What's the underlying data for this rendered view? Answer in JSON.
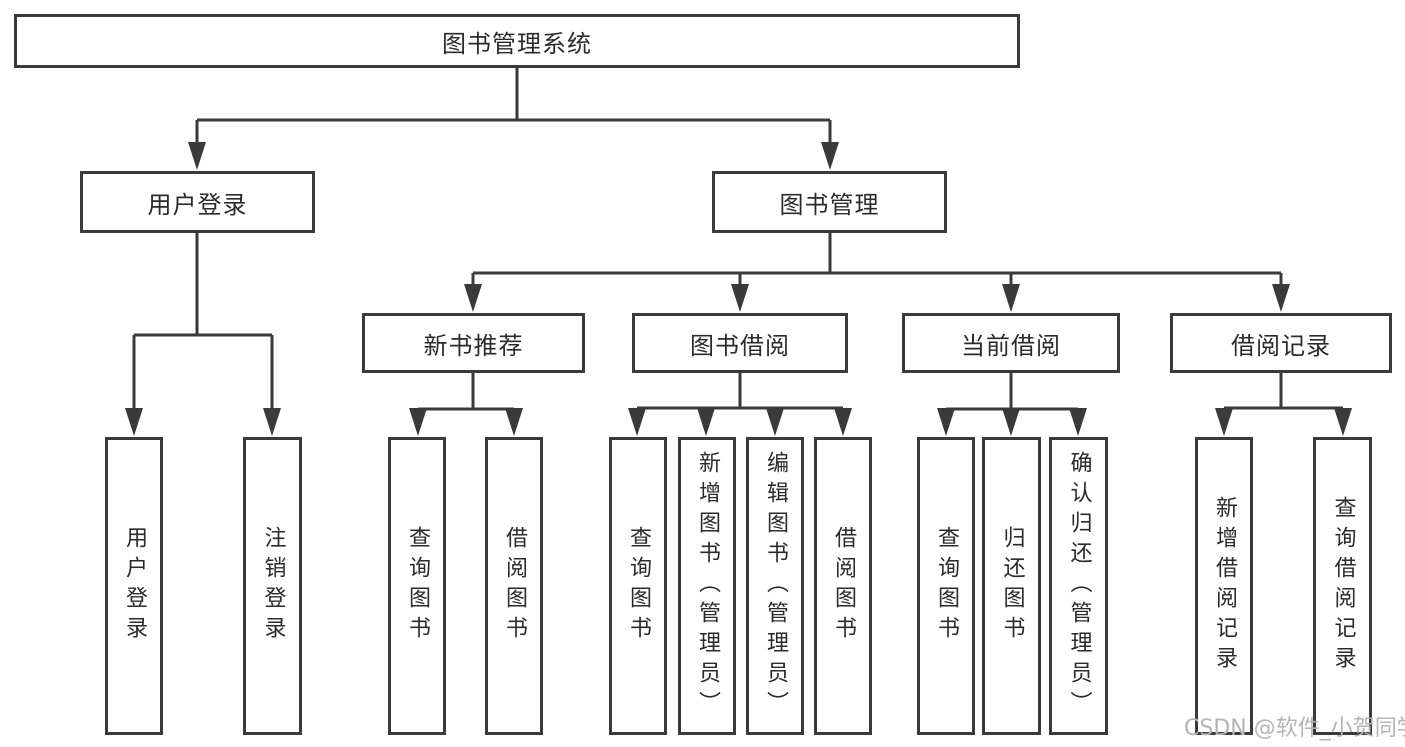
{
  "diagram_type": "tree",
  "colors": {
    "line": "#3a3a3a",
    "node_border": "#3a3a3a",
    "text": "#2b2b2b",
    "watermark": "#b4b4b4",
    "background": "#ffffff"
  },
  "watermark": "CSDN @软件_小贺同学",
  "tree": {
    "root": {
      "label": "图书管理系统"
    },
    "branches": [
      {
        "label": "用户登录",
        "children": [
          {
            "label": "用户登录"
          },
          {
            "label": "注销登录"
          }
        ]
      },
      {
        "label": "图书管理",
        "children": [
          {
            "label": "新书推荐",
            "children": [
              {
                "label": "查询图书"
              },
              {
                "label": "借阅图书"
              }
            ]
          },
          {
            "label": "图书借阅",
            "children": [
              {
                "label": "查询图书"
              },
              {
                "label": "新增图书（管理员）"
              },
              {
                "label": "编辑图书（管理员）"
              },
              {
                "label": "借阅图书"
              }
            ]
          },
          {
            "label": "当前借阅",
            "children": [
              {
                "label": "查询图书"
              },
              {
                "label": "归还图书"
              },
              {
                "label": "确认归还（管理员）"
              }
            ]
          },
          {
            "label": "借阅记录",
            "children": [
              {
                "label": "新增借阅记录"
              },
              {
                "label": "查询借阅记录"
              }
            ]
          }
        ]
      }
    ]
  }
}
